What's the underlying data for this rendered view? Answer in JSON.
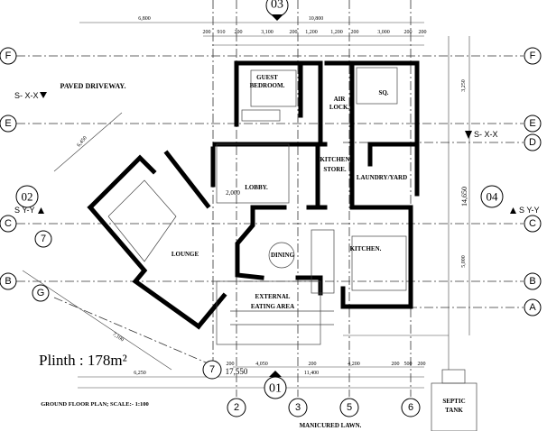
{
  "title": "GROUND FLOOR PLAN; SCALE:- 1:100",
  "plinth": "Plinth : 178m²",
  "grid_rows": [
    "F",
    "E",
    "D",
    "C",
    "B",
    "A",
    "G"
  ],
  "grid_cols": [
    "2",
    "3",
    "5",
    "6",
    "7"
  ],
  "section_markers": {
    "top": "03",
    "bottom": "01",
    "left": "02",
    "right": "04"
  },
  "section_labels": {
    "xx_left": "S- X-X",
    "xx_right": "S- X-X",
    "yy_left": "S Y-Y",
    "yy_right": "S Y-Y"
  },
  "rooms": {
    "guest_bedroom_1": "GUEST",
    "guest_bedroom_2": "BEDROOM.",
    "air_lock_1": "AIR",
    "air_lock_2": "LOCK.",
    "sq": "SQ.",
    "kitchen_store_1": "KITCHEN",
    "kitchen_store_2": "STORE.",
    "laundry": "LAUNDRY/YARD",
    "lobby": "LOBBY.",
    "lounge": "LOUNGE",
    "dining": "DINING",
    "kitchen": "KITCHEN.",
    "external_1": "EXTERNAL",
    "external_2": "EATING AREA"
  },
  "site_labels": {
    "driveway": "PAVED DRIVEWAY.",
    "lawn": "MANICURED LAWN.",
    "septic_1": "SEPTIC",
    "septic_2": "TANK"
  },
  "dimensions": {
    "top_left": "6,800",
    "top_right": "10,800",
    "bottom_total": "17,550",
    "bottom_left": "6,250",
    "bottom_right": "11,400",
    "bottom_segments": [
      "200",
      "4,050",
      "200",
      "4,200",
      "200",
      "500",
      "200"
    ],
    "right_total": "14,650",
    "right_upper": "3,250",
    "right_lower": "5,000",
    "top_segments": [
      "200",
      "910",
      "200",
      "3,100",
      "200",
      "1,200",
      "1,200",
      "200",
      "3,000",
      "200",
      "200"
    ],
    "left_diag": [
      "6,450",
      "7,100",
      "2,000"
    ]
  }
}
